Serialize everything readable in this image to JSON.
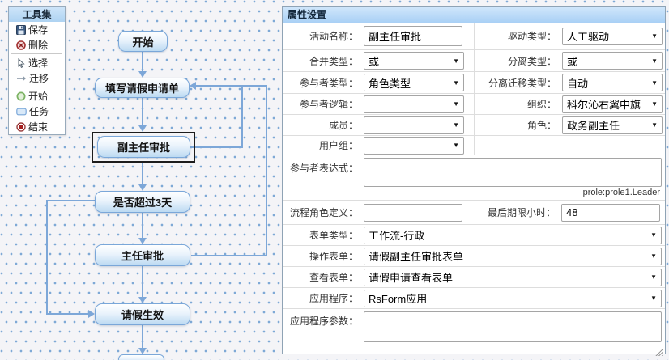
{
  "toolbar": {
    "title": "工具集",
    "items": [
      {
        "label": "保存",
        "icon": "save-icon"
      },
      {
        "label": "删除",
        "icon": "delete-icon"
      },
      {
        "label": "选择",
        "icon": "select-icon"
      },
      {
        "label": "迁移",
        "icon": "transfer-icon"
      },
      {
        "label": "开始",
        "icon": "start-icon"
      },
      {
        "label": "任务",
        "icon": "task-icon"
      },
      {
        "label": "结束",
        "icon": "end-icon"
      }
    ]
  },
  "flowchart": {
    "nodes": [
      {
        "label": "开始"
      },
      {
        "label": "填写请假申请单"
      },
      {
        "label": "副主任审批",
        "selected": true
      },
      {
        "label": "是否超过3天"
      },
      {
        "label": "主任审批"
      },
      {
        "label": "请假生效"
      }
    ]
  },
  "properties": {
    "title": "属性设置",
    "activity_name": {
      "label": "活动名称：",
      "value": "副主任审批"
    },
    "drive_type": {
      "label": "驱动类型：",
      "value": "人工驱动"
    },
    "merge_type": {
      "label": "合并类型：",
      "value": "或"
    },
    "split_type": {
      "label": "分离类型：",
      "value": "或"
    },
    "participant_type": {
      "label": "参与者类型：",
      "value": "角色类型"
    },
    "split_transition_type": {
      "label": "分离迁移类型：",
      "value": "自动"
    },
    "participant_logic": {
      "label": "参与者逻辑：",
      "value": ""
    },
    "organization": {
      "label": "组织：",
      "value": "科尔沁右翼中旗"
    },
    "member": {
      "label": "成员：",
      "value": ""
    },
    "role": {
      "label": "角色：",
      "value": "政务副主任"
    },
    "user_group": {
      "label": "用户组：",
      "value": ""
    },
    "participant_expression": {
      "label": "参与者表达式：",
      "value": "",
      "hint": "prole:prole1.Leader"
    },
    "process_role_definition": {
      "label": "流程角色定义：",
      "value": ""
    },
    "deadline_hours": {
      "label": "最后期限小时：",
      "value": "48"
    },
    "form_type": {
      "label": "表单类型：",
      "value": "工作流-行政"
    },
    "operation_form": {
      "label": "操作表单：",
      "value": "请假副主任审批表单"
    },
    "view_form": {
      "label": "查看表单：",
      "value": "请假申请查看表单"
    },
    "application": {
      "label": "应用程序：",
      "value": "RsForm应用"
    },
    "application_params": {
      "label": "应用程序参数：",
      "value": ""
    }
  },
  "colors": {
    "connector": "#7da7d8",
    "node_border": "#7aa7d9",
    "node_fill": "#bcdaf2",
    "panel_header": "#aed3f2",
    "selection": "#1c1c1c",
    "canvas_dot": "#7ea9d6"
  }
}
